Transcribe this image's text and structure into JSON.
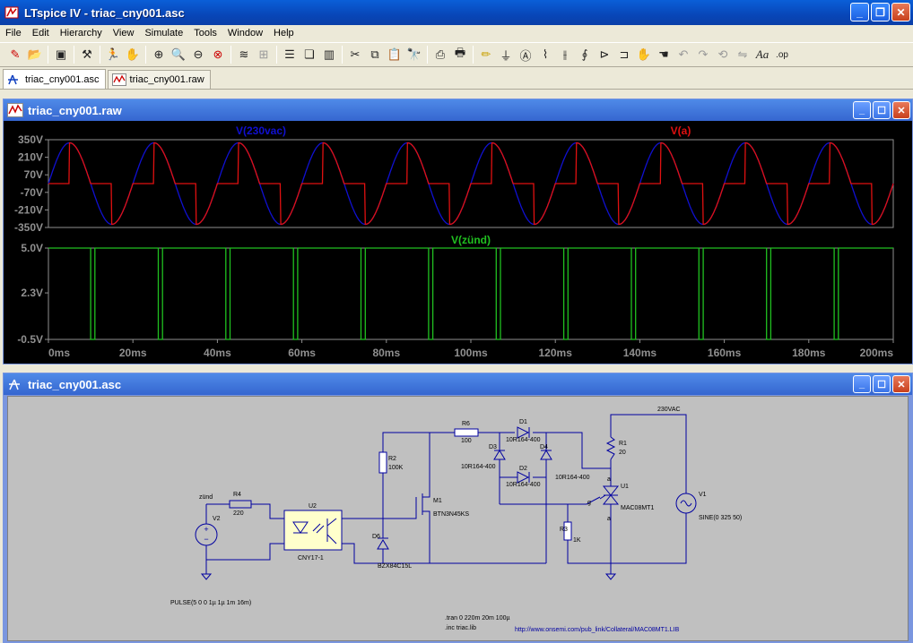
{
  "app": {
    "title": "LTspice IV - triac_cny001.asc"
  },
  "menu": [
    "File",
    "Edit",
    "Hierarchy",
    "View",
    "Simulate",
    "Tools",
    "Window",
    "Help"
  ],
  "doc_tabs": [
    {
      "label": "triac_cny001.asc",
      "icon": "schematic-icon",
      "active": true
    },
    {
      "label": "triac_cny001.raw",
      "icon": "waveform-icon",
      "active": false
    }
  ],
  "wave_window": {
    "title": "triac_cny001.raw",
    "top_pane": {
      "traces": [
        {
          "name": "V(230vac)",
          "color": "#1010d0"
        },
        {
          "name": "V(a)",
          "color": "#e01010"
        }
      ],
      "y_ticks": [
        "350V",
        "210V",
        "70V",
        "-70V",
        "-210V",
        "-350V"
      ]
    },
    "bottom_pane": {
      "traces": [
        {
          "name": "V(zünd)",
          "color": "#20c020"
        }
      ],
      "y_ticks": [
        "5.0V",
        "2.3V",
        "-0.5V"
      ]
    },
    "x_ticks": [
      "0ms",
      "20ms",
      "40ms",
      "60ms",
      "80ms",
      "100ms",
      "120ms",
      "140ms",
      "160ms",
      "180ms",
      "200ms"
    ]
  },
  "chart_data": [
    {
      "type": "line",
      "series": [
        {
          "name": "V(230vac)",
          "amplitude_V": 325,
          "frequency_Hz": 50,
          "phase": "sine"
        },
        {
          "name": "V(a)",
          "description_visible": "triac-gated sine"
        }
      ],
      "x_range_ms": [
        0,
        200
      ],
      "ylim": [
        -350,
        350
      ],
      "gate_delay_ms": 5
    },
    {
      "type": "line",
      "series": [
        {
          "name": "V(zünd)",
          "high_V": 5,
          "low_V": -0.5,
          "pulse_width_ms": 1,
          "period_ms": 16,
          "pulse_starts_ms": [
            0,
            16,
            32,
            48,
            64,
            80,
            96,
            112,
            128,
            144,
            160,
            176,
            192
          ]
        }
      ],
      "x_range_ms": [
        0,
        200
      ],
      "ylim": [
        -0.5,
        5
      ]
    }
  ],
  "sch_window": {
    "title": "triac_cny001.asc",
    "labels": {
      "v2_net": "zünd",
      "v2": "V2",
      "r4": "R4",
      "r4_val": "220",
      "u2": "U2",
      "u2_val": "CNY17-1",
      "r2": "R2",
      "r2_val": "100K",
      "d6": "D6",
      "d6_val": "BZX84C15L",
      "m1": "M1",
      "m1_val": "BTN3N45KS",
      "r6": "R6",
      "r6_val": "100",
      "d1": "D1",
      "d1_val": "10R164-400",
      "d3": "D3",
      "d3_val": "10R164-400",
      "d2": "D2",
      "d2_val": "10R164-400",
      "d4": "D4",
      "d4_val": "10R164-400",
      "r1": "R1",
      "r1_val": "20",
      "r3": "R3",
      "r3_val": "1K",
      "u1": "U1",
      "u1_val": "MAC08MT1",
      "net_230": "230VAC",
      "v1": "V1",
      "v1_val": "SINE(0 325 50)",
      "pin_g": "g",
      "pin_a2": "a",
      "pin_a1": "a",
      "pulse": "PULSE(5 0 0 1µ 1µ 1m 16m)",
      "tran": ".tran 0 220m 20m 100µ",
      "inc": ".inc triac.lib",
      "lib_link": "http://www.onsemi.com/pub_link/Collateral/MAC08MT1.LIB"
    }
  }
}
